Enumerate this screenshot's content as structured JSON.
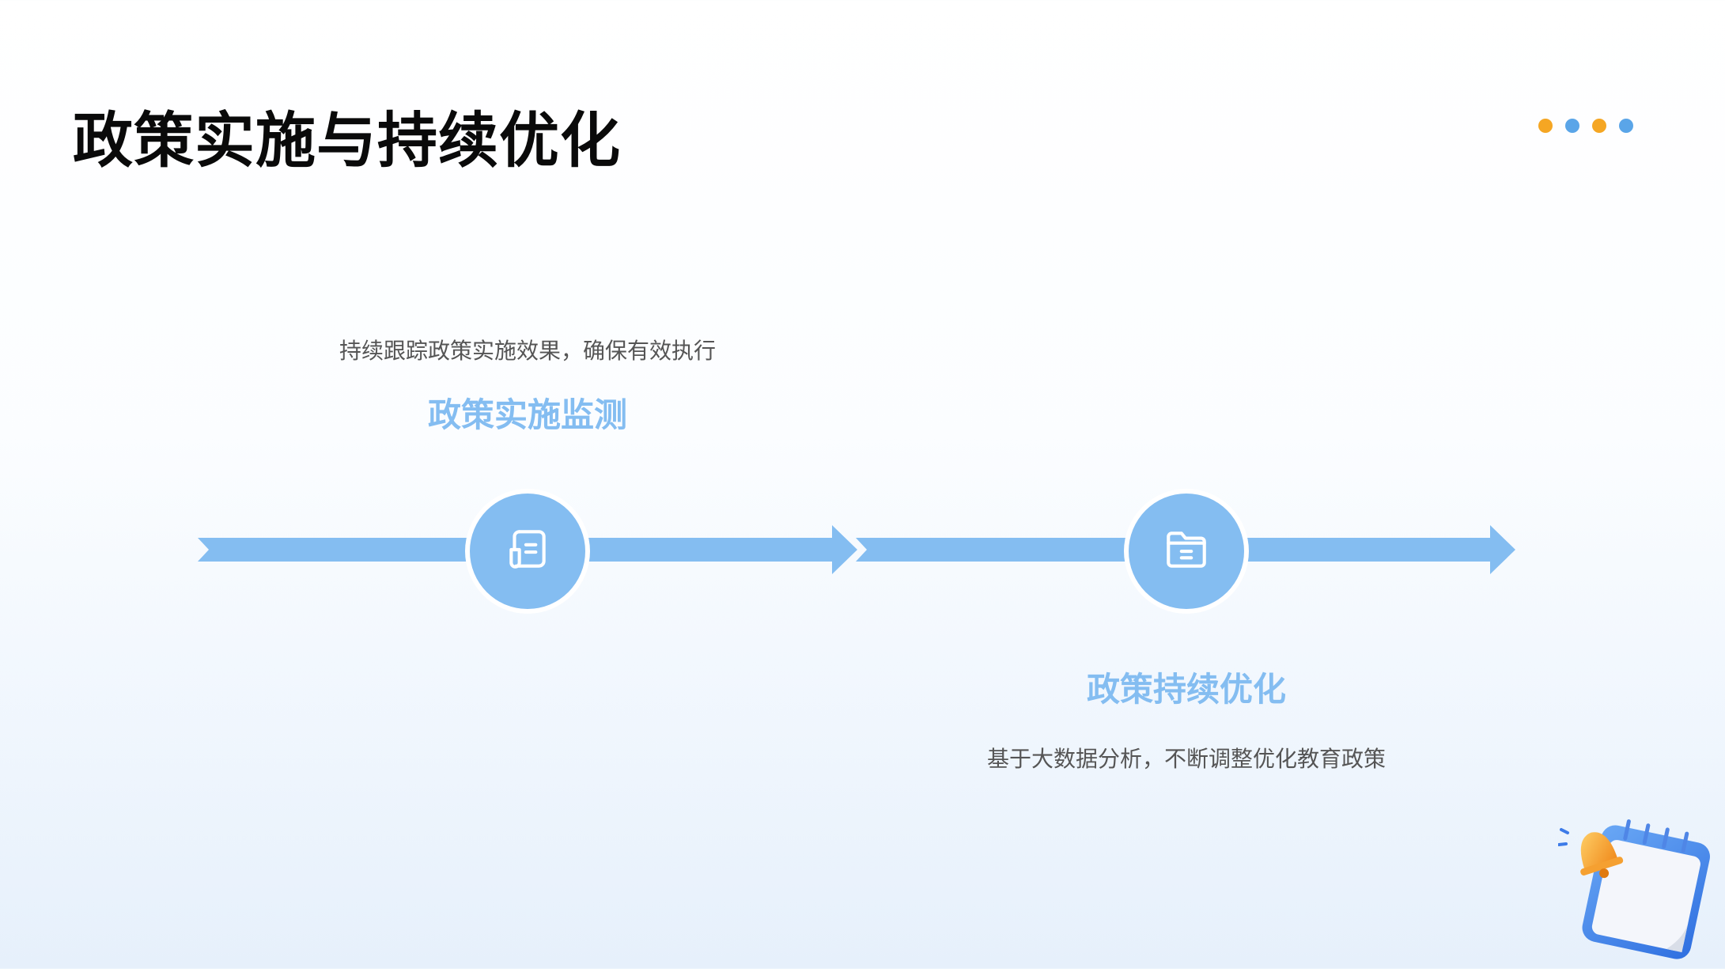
{
  "page": {
    "title": "政策实施与持续优化"
  },
  "colors": {
    "accent": "#84bdf1",
    "dot_orange": "#f5a623",
    "dot_blue": "#5aa5e8"
  },
  "decor": {
    "dots": [
      "orange",
      "blue",
      "orange",
      "blue"
    ]
  },
  "steps": [
    {
      "title": "政策实施监测",
      "description": "持续跟踪政策实施效果，确保有效执行",
      "icon": "document-icon"
    },
    {
      "title": "政策持续优化",
      "description": "基于大数据分析，不断调整优化教育政策",
      "icon": "folder-icon"
    }
  ],
  "illustration": "calendar-bell-icon"
}
